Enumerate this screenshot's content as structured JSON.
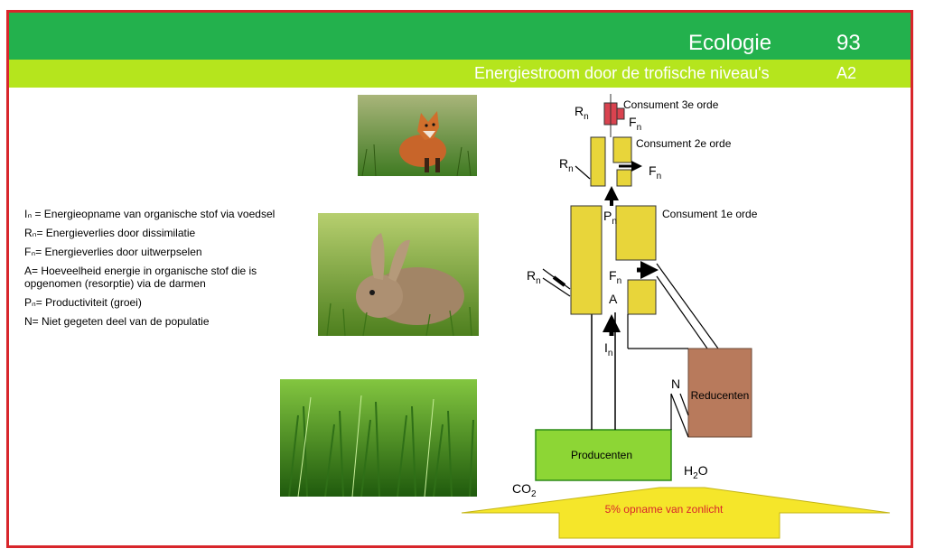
{
  "header": {
    "title": "Ecologie",
    "page": "93"
  },
  "subheader": {
    "title": "Energiestroom door de trofische niveau's",
    "code": "A2"
  },
  "legend": [
    "Iₙ = Energieopname van organische stof via voedsel",
    "Rₙ= Energieverlies door dissimilatie",
    "Fₙ= Energieverlies door uitwerpselen",
    "A= Hoeveelheid energie in organische stof die is opgenomen (resorptie) via de darmen",
    "Pₙ= Productiviteit (groei)",
    "N= Niet gegeten deel van de populatie"
  ],
  "diagram": {
    "labels": {
      "c3": "Consument 3e orde",
      "c2": "Consument 2e orde",
      "c1": "Consument 1e orde",
      "producers": "Producenten",
      "reducers": "Reducenten",
      "sun": "5% opname van zonlicht",
      "co2": "CO",
      "co2_sub": "2",
      "h2o": "H",
      "h2o_sub": "2",
      "h2o_end": "O",
      "R": "R",
      "F": "F",
      "P": "P",
      "I": "I",
      "n": "n",
      "A": "A",
      "N": "N"
    },
    "colors": {
      "consumer": "#e8d53a",
      "top_consumer": "#d9434f",
      "producer": "#8dd635",
      "reducer": "#b87a5c",
      "sun": "#f5e62a",
      "sun_text": "#d8262b"
    }
  },
  "photos": [
    {
      "name": "fox",
      "colors": [
        "#3f7a22",
        "#c8652a"
      ]
    },
    {
      "name": "rabbit",
      "colors": [
        "#6e9a2c",
        "#a28566"
      ]
    },
    {
      "name": "grass",
      "colors": [
        "#2f6f17",
        "#83c640"
      ]
    }
  ]
}
